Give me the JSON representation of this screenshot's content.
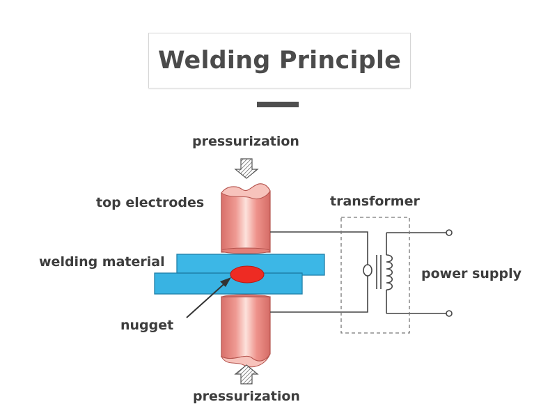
{
  "title": "Welding Principle",
  "labels": {
    "pressurization_top": "pressurization",
    "top_electrodes": "top electrodes",
    "transformer": "transformer",
    "welding_material": "welding  material",
    "power_supply": "power supply",
    "nugget": "nugget",
    "pressurization_bottom": "pressurization"
  },
  "colors": {
    "electrode": "#e98c86",
    "electrode_highlight": "#fde2dc",
    "electrode_edge": "#b5544e",
    "plate": "#3cb7e6",
    "plate_edge": "#1f7fa8",
    "nugget": "#ee2b23",
    "wire": "#444444",
    "label": "#3d3d3d"
  },
  "icons": [
    "down-arrow-icon",
    "up-arrow-icon"
  ]
}
